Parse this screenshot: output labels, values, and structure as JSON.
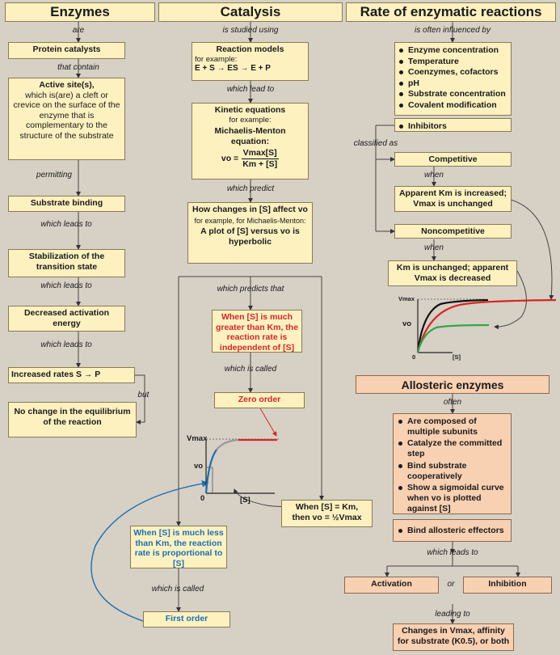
{
  "headers": {
    "enzymes": "Enzymes",
    "catalysis": "Catalysis",
    "rate": "Rate of enzymatic reactions"
  },
  "left": {
    "are": "are",
    "protein_catalysts": "Protein catalysts",
    "that_contain": "that contain",
    "active_site_title": "Active site(s),",
    "active_site_body": "which is(are) a cleft or crevice on the surface of the enzyme that is complementary to the structure of the substrate",
    "permitting": "permitting",
    "substrate_binding": "Substrate binding",
    "leads1": "which leads to",
    "stabilization": "Stabilization of the transition state",
    "leads2": "which leads to",
    "decreased": "Decreased activation energy",
    "leads3": "which leads to",
    "increased": "Increased rates S → P",
    "but": "but",
    "no_change": "No change in the equilibrium of the reaction"
  },
  "middle": {
    "studied": "is studied using",
    "reaction_models": "Reaction models",
    "for_example": "for example:",
    "equation": "E + S → ES → E + P",
    "lead_to": "which lead to",
    "kinetic": "Kinetic equations",
    "for_example2": "for example:",
    "mm_title": "Michaelis-Menton equation:",
    "v0": "vo =",
    "numerator": "Vmax[S]",
    "denominator": "Km + [S]",
    "predict": "which predict",
    "how_changes": "How changes in [S] affect vo",
    "for_mm": "for example, for Michaelis-Menton:",
    "plot": "A plot of [S] versus vo is hyperbolic",
    "predicts_that": "which predicts that",
    "when_greater": "When [S] is much greater than Km, the reaction rate is independent of [S]",
    "called1": "which is called",
    "zero_order": "Zero order",
    "when_equal1": "When [S] = Km,",
    "when_equal2": "then vo = ½Vmax",
    "when_less": "When [S] is much less than Km, the reaction rate is proportional to [S]",
    "called2": "which is called",
    "first_order": "First order",
    "graph_vmax": "Vmax",
    "graph_vo": "vo",
    "graph_s": "[S]",
    "graph_zero": "0"
  },
  "right": {
    "influenced": "is often influenced by",
    "factors": [
      "Enzyme concentration",
      "Temperature",
      "Coenzymes, cofactors",
      "pH",
      "Substrate concentration",
      "Covalent modification"
    ],
    "inhibitors": "Inhibitors",
    "classified": "classified as",
    "competitive": "Competitive",
    "when1": "when",
    "comp_effect": "Apparent Km is increased; Vmax is unchanged",
    "noncompetitive": "Noncompetitive",
    "when2": "when",
    "noncomp_effect": "Km is unchanged; apparent Vmax is decreased",
    "graph_vmax": "Vmax",
    "graph_vo": "vo",
    "graph_s": "[S]",
    "graph_zero": "0",
    "allosteric": "Allosteric enzymes",
    "often": "often",
    "allo_props": [
      "Are composed of multiple subunits",
      "Catalyze the committed step",
      "Bind substrate cooperatively",
      "Show a sigmoidal curve when vo is plotted against [S]"
    ],
    "bind_effectors": "Bind allosteric effectors",
    "leads": "which leads to",
    "activation": "Activation",
    "or": "or",
    "inhibition": "Inhibition",
    "leading": "leading to",
    "changes": "Changes in Vmax, affinity for substrate (K0.5), or both"
  },
  "colors": {
    "box": "#fdf1c0",
    "peach": "#f8d0b2",
    "background": "#d7d0c5",
    "red": "#d72626",
    "blue": "#1a6fb5",
    "green": "#2ea84a"
  }
}
